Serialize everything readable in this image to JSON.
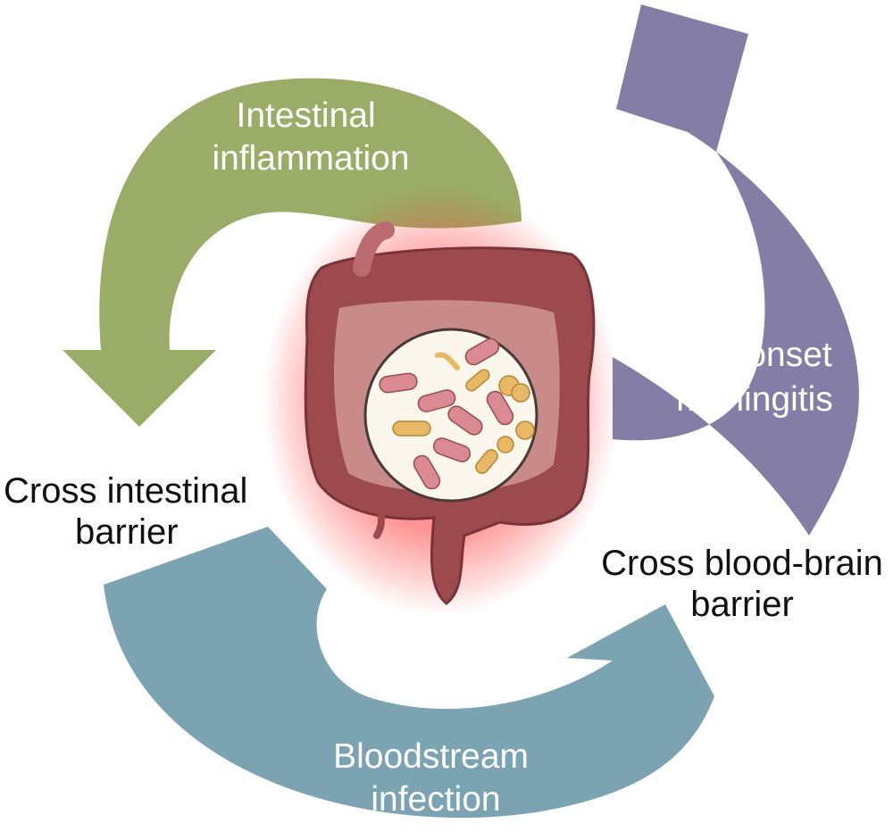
{
  "colors": {
    "green_arrow": "#9aac67",
    "purple_arrow": "#847ea6",
    "teal_arrow": "#7ba3b2",
    "intestine": "#9c4a4e",
    "intestine_glow": "#ff4a4a",
    "bacteria_pink": "#d98a92",
    "bacteria_yellow": "#e8b866",
    "lens_background": "#fbf7ec"
  },
  "arrows": {
    "green": {
      "line1": "Intestinal",
      "line2": "inflammation"
    },
    "purple": {
      "line1": "Late-onset",
      "line2": "meningitis"
    },
    "teal": {
      "line1": "Bloodstream",
      "line2": "infection"
    }
  },
  "outer_labels": {
    "left": {
      "line1": "Cross intestinal",
      "line2": "barrier"
    },
    "right": {
      "line1": "Cross blood-brain",
      "line2": "barrier"
    }
  },
  "center": {
    "icon": "intestine-with-bacteria-icon"
  }
}
